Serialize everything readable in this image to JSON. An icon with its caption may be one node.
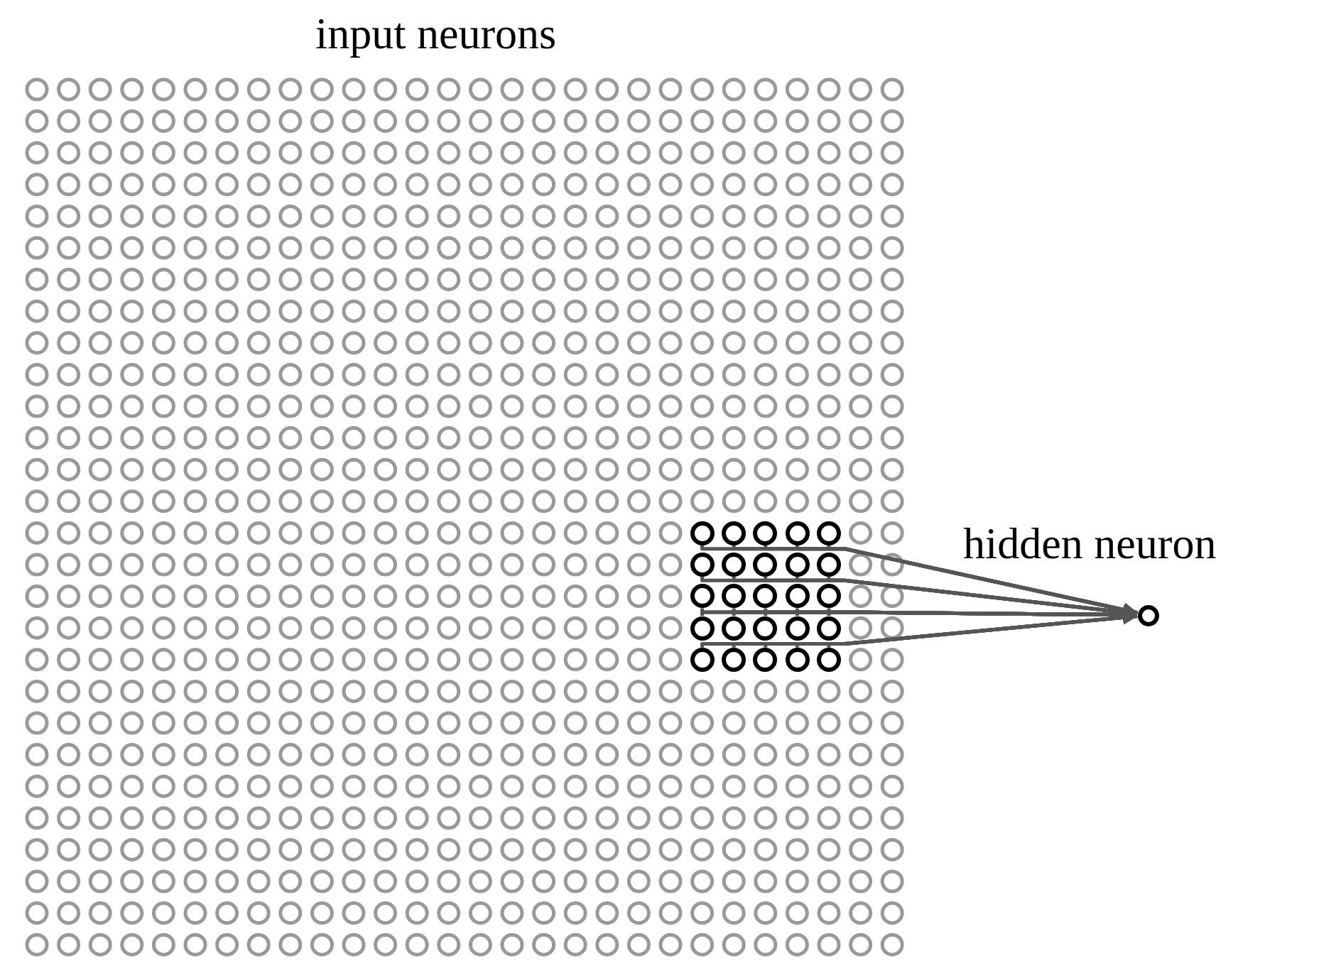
{
  "diagram": {
    "nodes": [
      {
        "text": [],
        "shape": "circle"
      },
      {
        "text": [],
        "shape": "circle"
      },
      {
        "text": [],
        "shape": "circle"
      },
      {
        "text": [],
        "shape": "circle"
      },
      {
        "text": [],
        "shape": "circle"
      },
      {
        "text": [],
        "shape": "circle"
      },
      {
        "text": [],
        "shape": "circle"
      },
      {
        "text": [],
        "shape": "circle"
      },
      {
        "text": [],
        "shape": "circle"
      },
      {
        "text": [],
        "shape": "circle"
      },
      {
        "text": [],
        "shape": "circle"
      },
      {
        "text": [],
        "shape": "circle"
      },
      {
        "text": [],
        "shape": "circle"
      },
      {
        "text": [],
        "shape": "circle"
      },
      {
        "text": [],
        "shape": "circle"
      },
      {
        "text": [],
        "shape": "circle"
      },
      {
        "text": [],
        "shape": "circle"
      },
      {
        "text": [],
        "shape": "circle"
      },
      {
        "text": [],
        "shape": "circle"
      },
      {
        "text": [],
        "shape": "circle"
      },
      {
        "text": [],
        "shape": "circle"
      },
      {
        "text": [],
        "shape": "circle"
      },
      {
        "text": [],
        "shape": "circle"
      },
      {
        "text": [],
        "shape": "circle"
      },
      {
        "text": [],
        "shape": "circle"
      },
      {
        "text": [],
        "shape": "circle",
        "beside": [
          "hidden neuron"
        ]
      }
    ],
    "edges": [
      {
        "from": 0,
        "to": 25,
        "arrow": "to"
      },
      {
        "from": 1,
        "to": 25,
        "arrow": "to"
      },
      {
        "from": 2,
        "to": 25,
        "arrow": "to"
      },
      {
        "from": 3,
        "to": 25,
        "arrow": "to"
      },
      {
        "from": 4,
        "to": 25,
        "arrow": "to"
      },
      {
        "from": 5,
        "to": 25,
        "arrow": "to"
      },
      {
        "from": 6,
        "to": 25,
        "arrow": "to"
      },
      {
        "from": 7,
        "to": 25,
        "arrow": "to"
      },
      {
        "from": 8,
        "to": 25,
        "arrow": "to"
      },
      {
        "from": 9,
        "to": 25,
        "arrow": "to"
      },
      {
        "from": 10,
        "to": 25,
        "arrow": "to"
      },
      {
        "from": 11,
        "to": 25,
        "arrow": "to"
      },
      {
        "from": 12,
        "to": 25,
        "arrow": "to"
      },
      {
        "from": 13,
        "to": 25,
        "arrow": "to"
      },
      {
        "from": 14,
        "to": 25,
        "arrow": "to"
      },
      {
        "from": 15,
        "to": 25,
        "arrow": "to"
      },
      {
        "from": 16,
        "to": 25,
        "arrow": "to"
      },
      {
        "from": 17,
        "to": 25,
        "arrow": "to"
      },
      {
        "from": 18,
        "to": 25,
        "arrow": "to"
      },
      {
        "from": 19,
        "to": 25,
        "arrow": "to"
      },
      {
        "from": 20,
        "to": 25,
        "arrow": "to"
      },
      {
        "from": 21,
        "to": 25,
        "arrow": "to"
      },
      {
        "from": 22,
        "to": 25,
        "arrow": "to"
      },
      {
        "from": 23,
        "to": 25,
        "arrow": "to"
      },
      {
        "from": 24,
        "to": 25,
        "arrow": "to"
      }
    ],
    "labels": [
      "input neurons"
    ]
  }
}
